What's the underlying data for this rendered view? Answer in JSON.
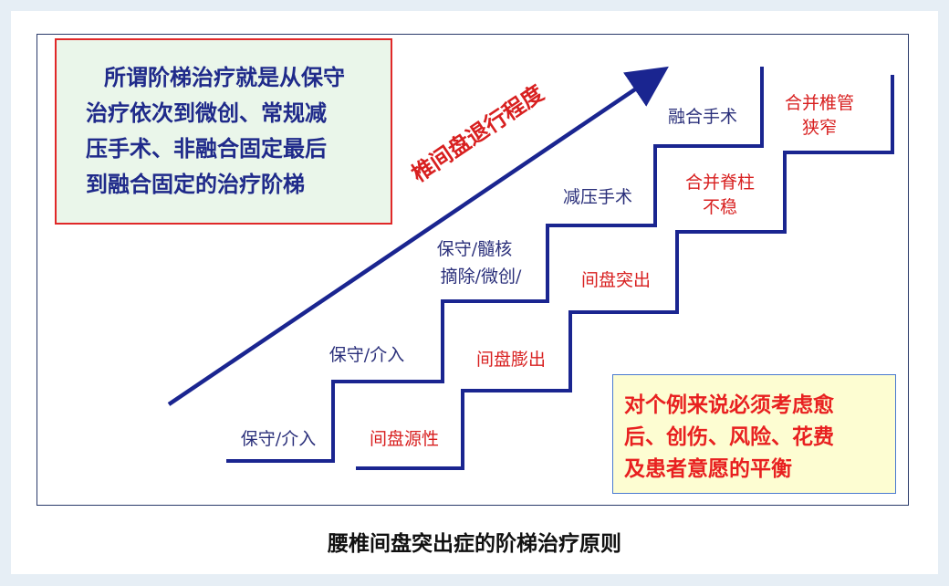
{
  "intro_box": {
    "lines": [
      "所谓阶梯治疗就是从保守",
      "治疗依次到微创、常规减",
      "压手术、非融合固定最后",
      "到融合固定的治疗阶梯"
    ]
  },
  "arrow_label": "椎间盘退行程度",
  "treatment_steps": [
    {
      "lines": [
        "保守/介入"
      ]
    },
    {
      "lines": [
        "保守/介入"
      ]
    },
    {
      "lines": [
        "保守/髓核",
        "摘除/微创/"
      ]
    },
    {
      "lines": [
        "减压手术"
      ]
    },
    {
      "lines": [
        "融合手术"
      ]
    }
  ],
  "condition_steps": [
    {
      "lines": [
        "间盘源性"
      ]
    },
    {
      "lines": [
        "间盘膨出"
      ]
    },
    {
      "lines": [
        "间盘突出"
      ]
    },
    {
      "lines": [
        "合并脊柱",
        "不稳"
      ]
    },
    {
      "lines": [
        "合并椎管",
        "狭窄"
      ]
    }
  ],
  "note_box": {
    "lines": [
      "对个例来说必须考虑愈",
      "后、创伤、风险、花费",
      "及患者意愿的平衡"
    ]
  },
  "caption": "腰椎间盘突出症的阶梯治疗原则",
  "colors": {
    "blue": "#1f2a8a",
    "red": "#e02828",
    "note_bg": "#fdfdd2",
    "intro_bg": "#eaf6ea"
  }
}
